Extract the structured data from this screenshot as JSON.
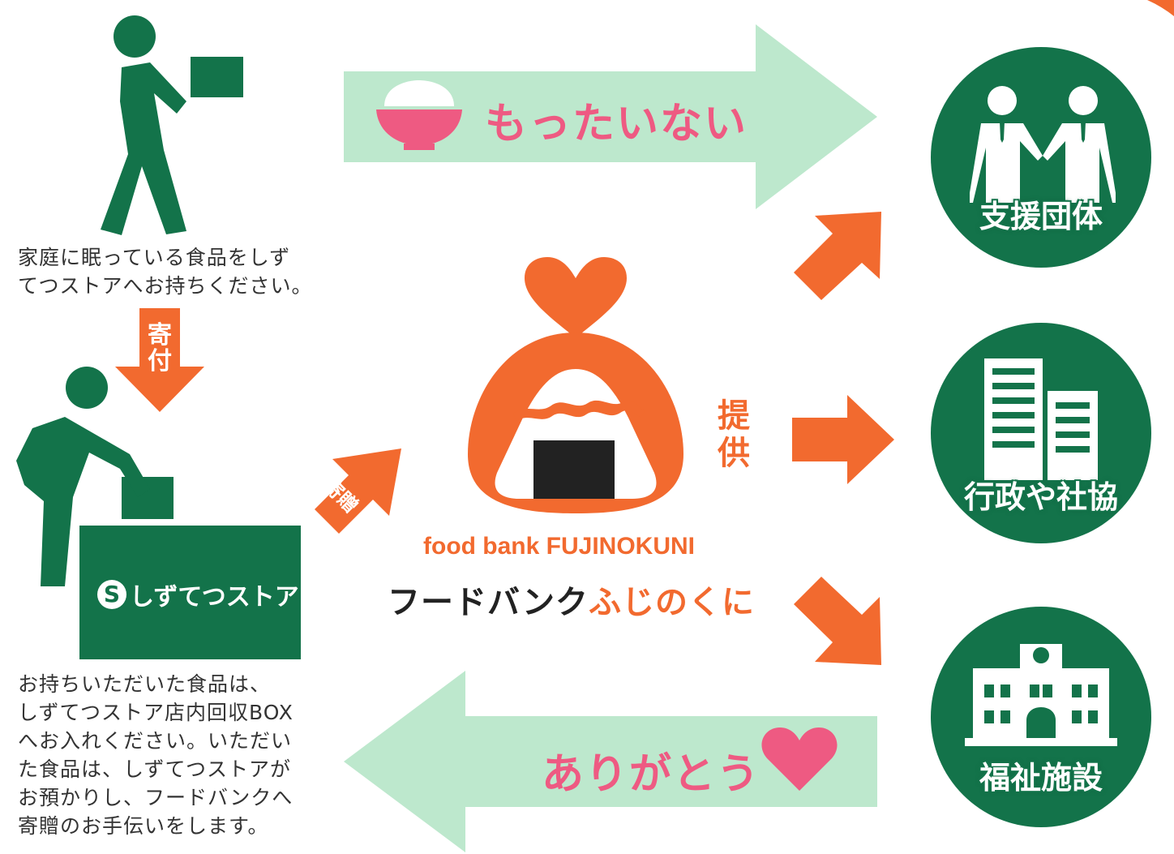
{
  "colors": {
    "green": "#13734a",
    "light_green": "#bde8cd",
    "orange": "#f26a2f",
    "pink": "#ee5a82",
    "black": "#222222"
  },
  "captions": {
    "donor_line1": "家庭に眠っている食品をしず",
    "donor_line2": "てつストアへお持ちください。",
    "store_lines": [
      "お持ちいただいた食品は、",
      "しずてつストア店内回収BOX",
      "へお入れください。いただい",
      "た食品は、しずてつストアが",
      "お預かりし、フードバンクへ",
      "寄贈のお手伝いをします。"
    ]
  },
  "labels": {
    "kifu": [
      "寄",
      "付"
    ],
    "kizou": "寄贈",
    "teikyou": [
      "提",
      "供"
    ]
  },
  "flow": {
    "mottainai": "もったいない",
    "arigatou": "ありがとう"
  },
  "store": {
    "logo_mark": "S",
    "name": "しずてつストア"
  },
  "foodbank": {
    "name_en": "food bank FUJINOKUNI",
    "name_jp_black": "フードバンク",
    "name_jp_orange": "ふじのくに"
  },
  "recipients": [
    {
      "label": "支援団体",
      "icon": "handshake-people-icon"
    },
    {
      "label": "行政や社協",
      "icon": "office-building-icon"
    },
    {
      "label": "福祉施設",
      "icon": "facility-building-icon"
    }
  ]
}
